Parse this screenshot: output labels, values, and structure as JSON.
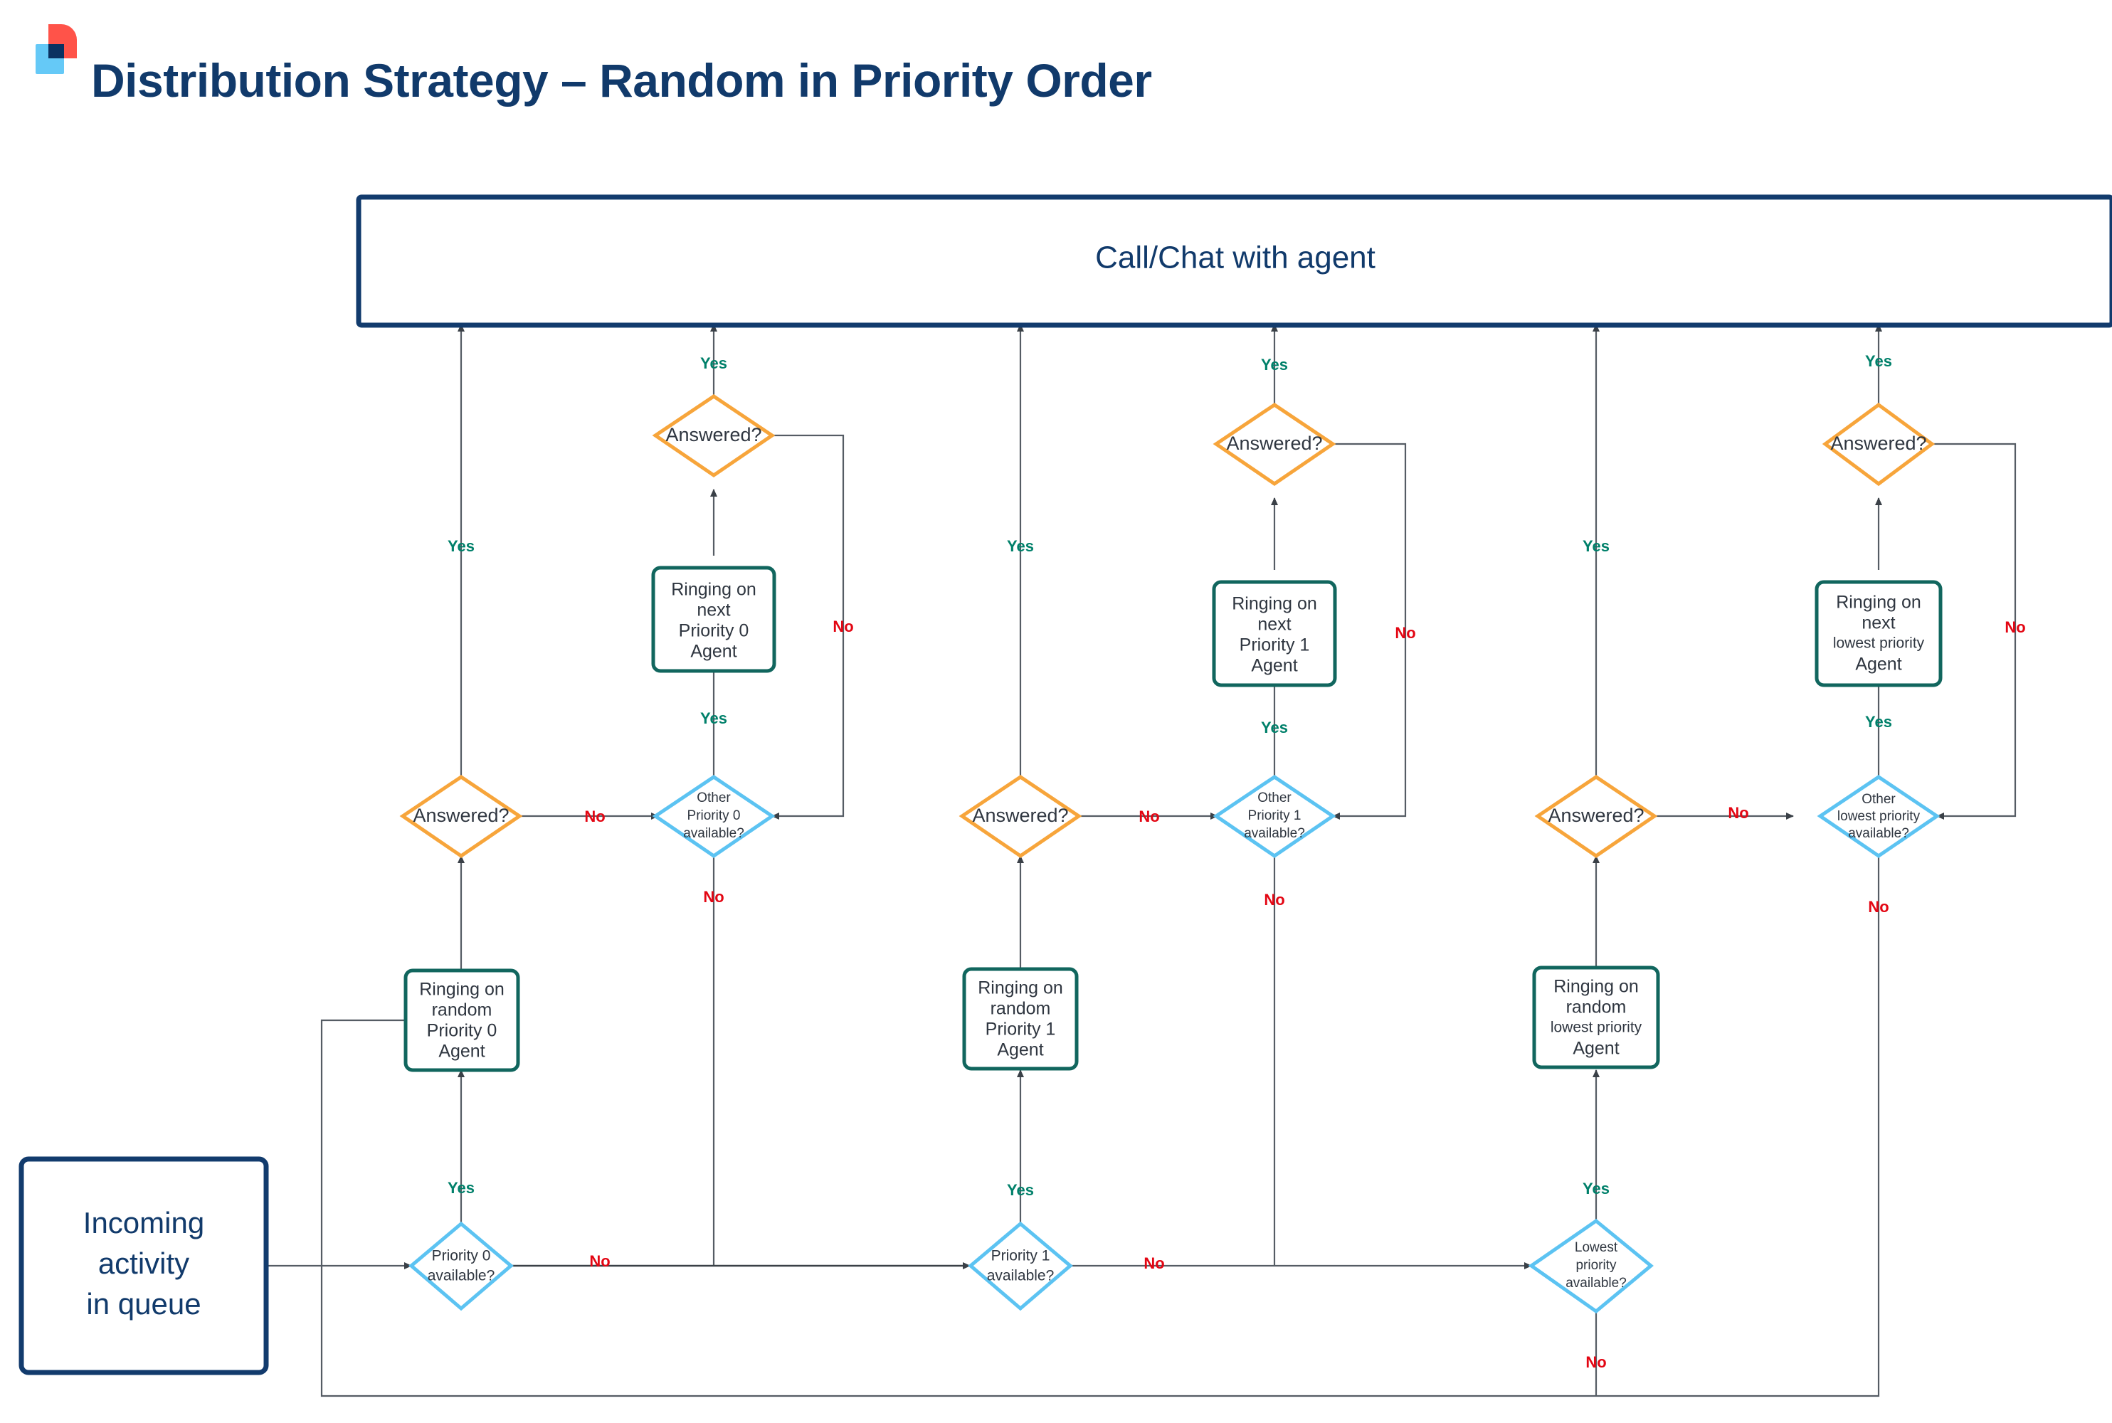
{
  "header": {
    "title": "Distribution Strategy – Random in Priority Order",
    "logo_name": "brand-logo",
    "colors": {
      "title": "#113A6B",
      "logo_red": "#FF5349",
      "logo_light_blue": "#65C9F7",
      "logo_navy": "#0A3161"
    }
  },
  "palette": {
    "navy": "#123B6D",
    "teal": "#11665E",
    "orange": "#F7A53B",
    "light_blue": "#5CC3F2",
    "yes_green": "#00806A",
    "no_red": "#E30613",
    "edge": "#3a4047"
  },
  "diagram": {
    "type": "flowchart",
    "banner": {
      "label": "Call/Chat with agent"
    },
    "start": {
      "label_lines": [
        "Incoming",
        "activity",
        "in queue"
      ]
    },
    "edge_labels": {
      "yes": "Yes",
      "no": "No"
    },
    "columns": [
      {
        "id": "priority-0",
        "available_decision": {
          "label_lines": [
            "Priority 0",
            "available?"
          ]
        },
        "ringing_random": {
          "label_lines": [
            "Ringing on",
            "random",
            "Priority 0",
            "Agent"
          ]
        },
        "answered_decision": {
          "label": "Answered?"
        },
        "other_available_decision": {
          "label_lines": [
            "Other",
            "Priority 0",
            "available?"
          ]
        },
        "ringing_next": {
          "label_lines": [
            "Ringing on",
            "next",
            "Priority 0",
            "Agent"
          ]
        },
        "answered_decision_2": {
          "label": "Answered?"
        }
      },
      {
        "id": "priority-1",
        "available_decision": {
          "label_lines": [
            "Priority 1",
            "available?"
          ]
        },
        "ringing_random": {
          "label_lines": [
            "Ringing on",
            "random",
            "Priority 1",
            "Agent"
          ]
        },
        "answered_decision": {
          "label": "Answered?"
        },
        "other_available_decision": {
          "label_lines": [
            "Other",
            "Priority 1",
            "available?"
          ]
        },
        "ringing_next": {
          "label_lines": [
            "Ringing on",
            "next",
            "Priority 1",
            "Agent"
          ]
        },
        "answered_decision_2": {
          "label": "Answered?"
        }
      },
      {
        "id": "lowest-priority",
        "available_decision": {
          "label_lines": [
            "Lowest",
            "priority",
            "available?"
          ]
        },
        "ringing_random": {
          "label_lines": [
            "Ringing on",
            "random",
            "lowest priority",
            "Agent"
          ]
        },
        "answered_decision": {
          "label": "Answered?"
        },
        "other_available_decision": {
          "label_lines": [
            "Other",
            "lowest priority",
            "available?"
          ]
        },
        "ringing_next": {
          "label_lines": [
            "Ringing on",
            "next",
            "lowest priority",
            "Agent"
          ]
        },
        "answered_decision_2": {
          "label": "Answered?"
        }
      }
    ]
  }
}
